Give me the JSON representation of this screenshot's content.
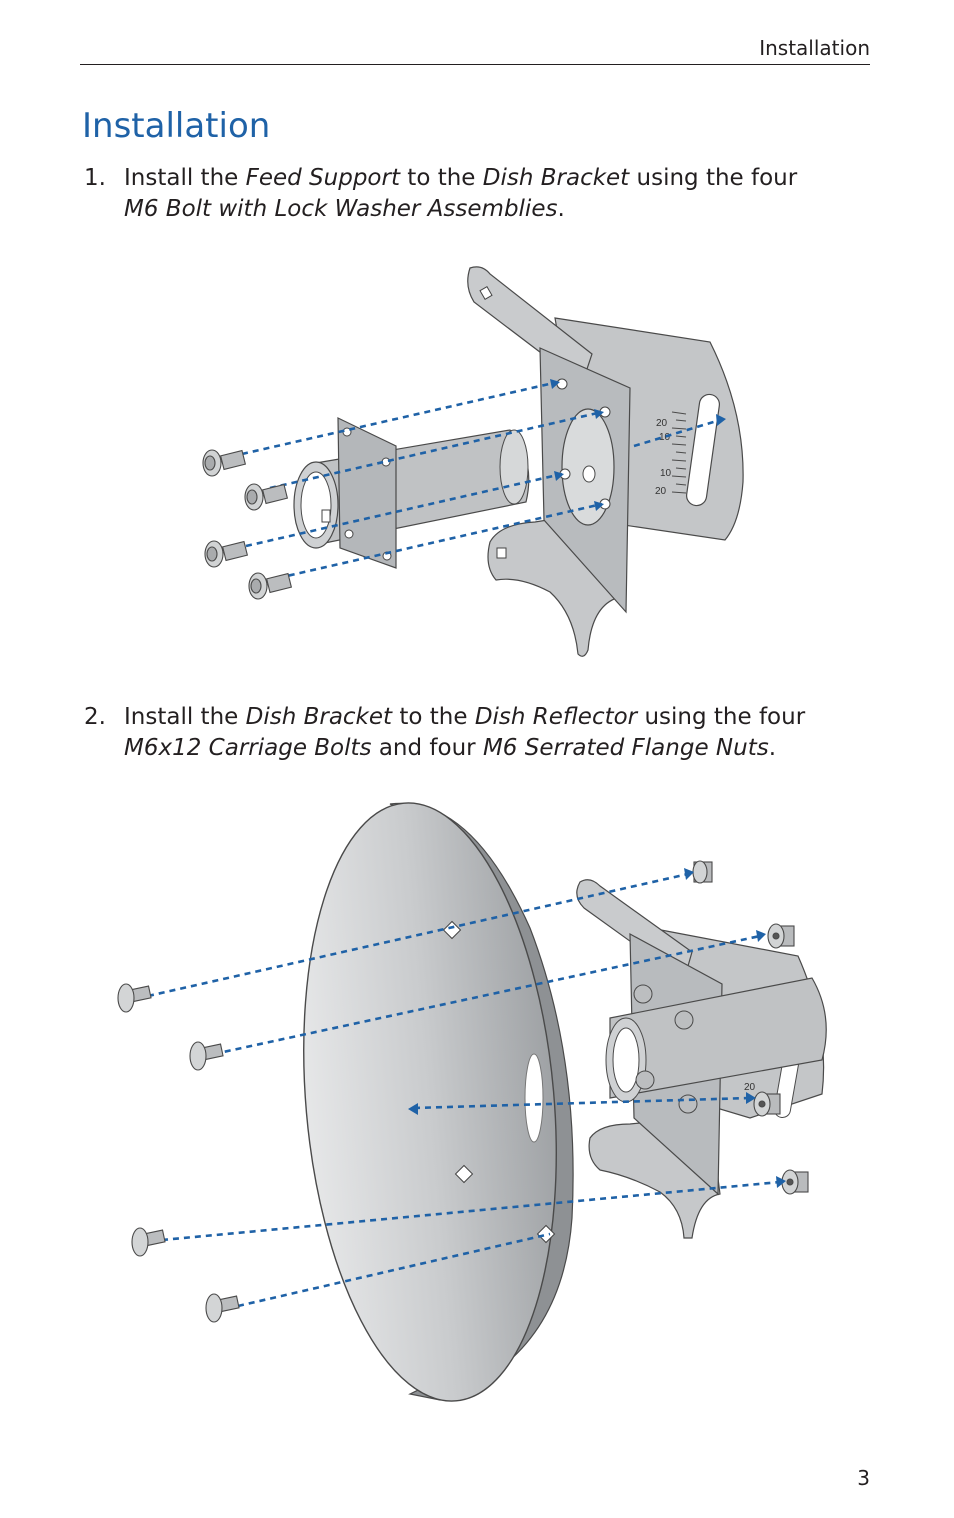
{
  "header": {
    "running_title": "Installation"
  },
  "section": {
    "title": "Installation"
  },
  "steps": [
    {
      "number": "1.",
      "t1": "Install the ",
      "e1": "Feed Support",
      "t2": " to the ",
      "e2": "Dish Bracket",
      "t3": " using the four",
      "e3": "M6 Bolt with Lock Washer Assemblies",
      "t4": "."
    },
    {
      "number": "2.",
      "t1": "Install the ",
      "e1": "Dish Bracket",
      "t2": " to the ",
      "e2": "Dish Reflector",
      "t3": " using the four",
      "e3": "M6x12 Carriage Bolts",
      "t4": " and four ",
      "e4": "M6 Serrated Flange Nuts",
      "t5": "."
    }
  ],
  "figure1": {
    "scale_labels": [
      "20",
      "10",
      "10",
      "20"
    ],
    "arrow_color": "#1f62a7",
    "part_color": "#b9bcbf"
  },
  "figure2": {
    "scale_labels": [
      "20"
    ],
    "arrow_color": "#1f62a7",
    "part_color": "#c8cacc"
  },
  "footer": {
    "page_number": "3"
  }
}
